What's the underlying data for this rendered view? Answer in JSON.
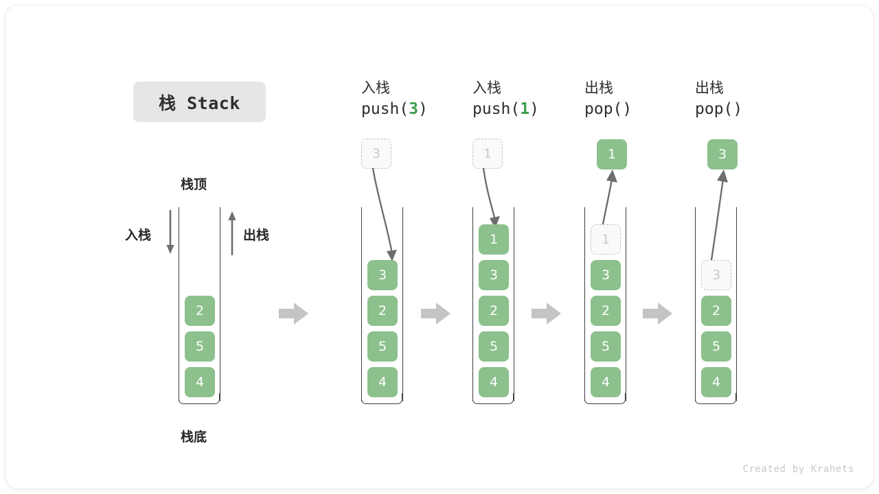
{
  "title": {
    "badge_label": "栈 Stack"
  },
  "legend": {
    "top_label": "栈顶",
    "bottom_label": "栈底",
    "push_label": "入栈",
    "pop_label": "出栈"
  },
  "initial_stack": {
    "name": "initial",
    "cells": [
      "2",
      "5",
      "4"
    ]
  },
  "steps": [
    {
      "cn": "入栈",
      "code_prefix": "push(",
      "code_arg": "3",
      "code_suffix": ")",
      "op": "push",
      "floating_cell": {
        "value": "3",
        "state": "ghost"
      },
      "cells": [
        {
          "value": "3",
          "state": "filled"
        },
        {
          "value": "2",
          "state": "filled"
        },
        {
          "value": "5",
          "state": "filled"
        },
        {
          "value": "4",
          "state": "filled"
        }
      ]
    },
    {
      "cn": "入栈",
      "code_prefix": "push(",
      "code_arg": "1",
      "code_suffix": ")",
      "op": "push",
      "floating_cell": {
        "value": "1",
        "state": "ghost"
      },
      "cells": [
        {
          "value": "1",
          "state": "filled"
        },
        {
          "value": "3",
          "state": "filled"
        },
        {
          "value": "2",
          "state": "filled"
        },
        {
          "value": "5",
          "state": "filled"
        },
        {
          "value": "4",
          "state": "filled"
        }
      ]
    },
    {
      "cn": "出栈",
      "code_prefix": "pop(",
      "code_arg": "",
      "code_suffix": ")",
      "op": "pop",
      "floating_cell": {
        "value": "1",
        "state": "filled"
      },
      "cells": [
        {
          "value": "1",
          "state": "ghost"
        },
        {
          "value": "3",
          "state": "filled"
        },
        {
          "value": "2",
          "state": "filled"
        },
        {
          "value": "5",
          "state": "filled"
        },
        {
          "value": "4",
          "state": "filled"
        }
      ]
    },
    {
      "cn": "出栈",
      "code_prefix": "pop(",
      "code_arg": "",
      "code_suffix": ")",
      "op": "pop",
      "floating_cell": {
        "value": "3",
        "state": "filled"
      },
      "cells": [
        {
          "value": "3",
          "state": "ghost"
        },
        {
          "value": "2",
          "state": "filled"
        },
        {
          "value": "5",
          "state": "filled"
        },
        {
          "value": "4",
          "state": "filled"
        }
      ]
    }
  ],
  "watermark": "Created by Krahets",
  "colors": {
    "cell_fill": "#8cc08c",
    "cell_text": "#ffffff",
    "ghost_border": "#c4c4c4",
    "ghost_text": "#c8c8c8",
    "accent_green": "#3e9e4e",
    "badge_bg": "#e6e6e6",
    "stroke": "#3d3d3d",
    "flow_arrow": "#c4c4c4",
    "motion_arrow": "#6e6e6e"
  }
}
